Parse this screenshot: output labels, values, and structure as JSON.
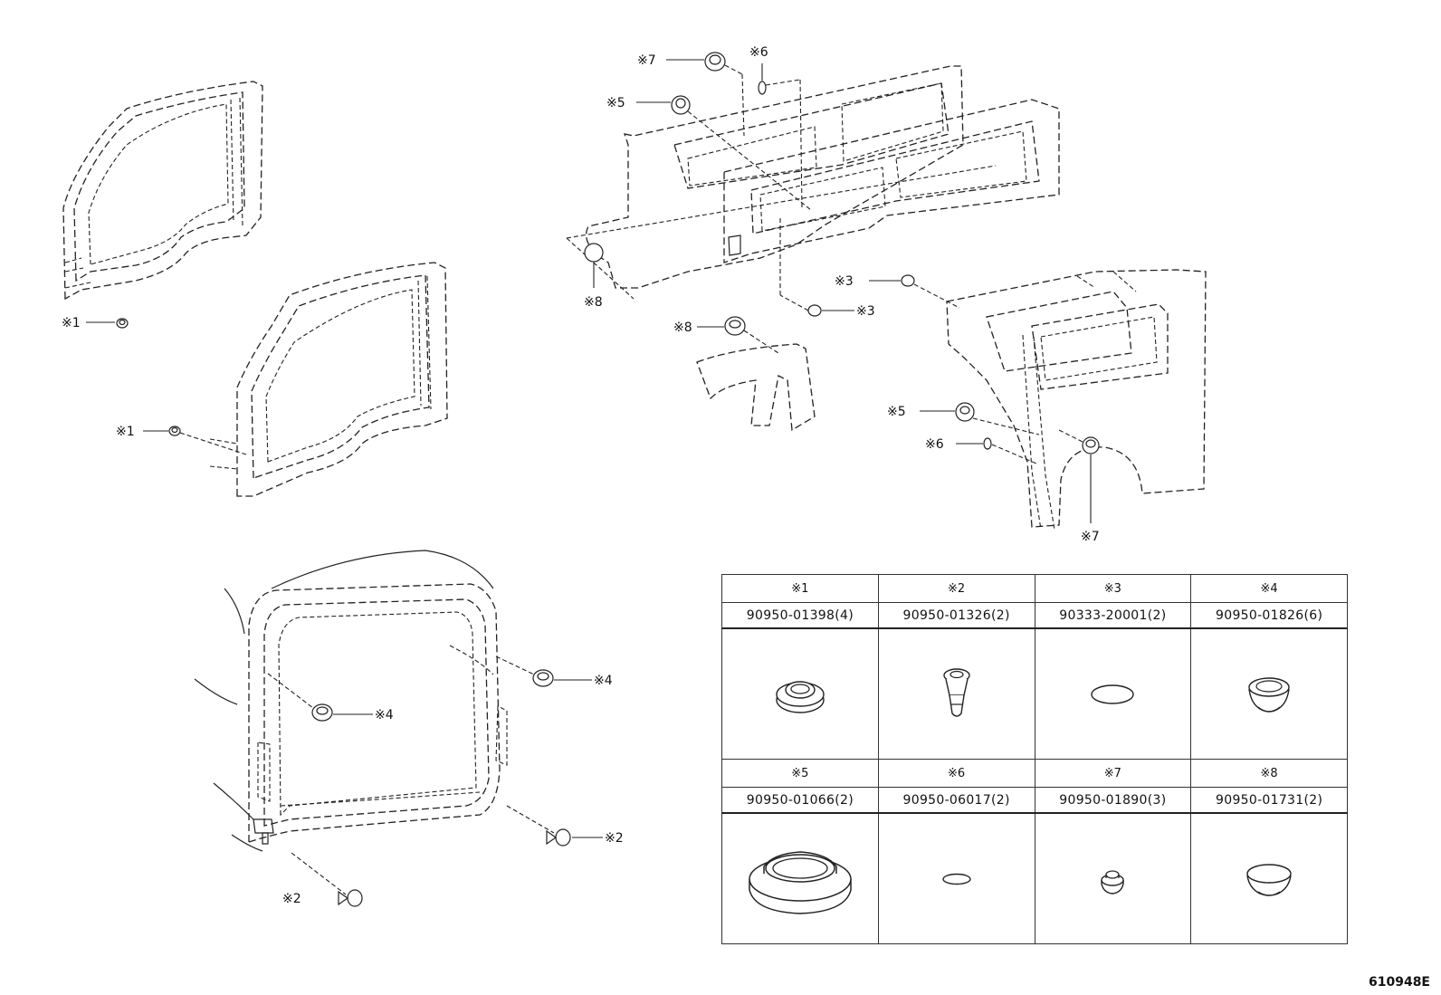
{
  "callouts": {
    "c1a": "※1",
    "c1b": "※1",
    "c2a": "※2",
    "c2b": "※2",
    "c3a": "※3",
    "c3b": "※3",
    "c4a": "※4",
    "c4b": "※4",
    "c5a": "※5",
    "c5b": "※5",
    "c6a": "※6",
    "c6b": "※6",
    "c7a": "※7",
    "c7b": "※7",
    "c8a": "※8",
    "c8b": "※8"
  },
  "parts_table": {
    "rows": [
      [
        {
          "mark": "※1",
          "part_no": "90950-01398(4)",
          "icon": "grommet-icon"
        },
        {
          "mark": "※2",
          "part_no": "90950-01326(2)",
          "icon": "push-clip-icon"
        },
        {
          "mark": "※3",
          "part_no": "90333-20001(2)",
          "icon": "oval-seal-icon"
        },
        {
          "mark": "※4",
          "part_no": "90950-01826(6)",
          "icon": "hole-plug-icon"
        }
      ],
      [
        {
          "mark": "※5",
          "part_no": "90950-01066(2)",
          "icon": "large-grommet-icon"
        },
        {
          "mark": "※6",
          "part_no": "90950-06017(2)",
          "icon": "small-oval-seal-icon"
        },
        {
          "mark": "※7",
          "part_no": "90950-01890(3)",
          "icon": "small-grommet-icon"
        },
        {
          "mark": "※8",
          "part_no": "90950-01731(2)",
          "icon": "dome-plug-icon"
        }
      ]
    ]
  },
  "figure_code": "610948E"
}
